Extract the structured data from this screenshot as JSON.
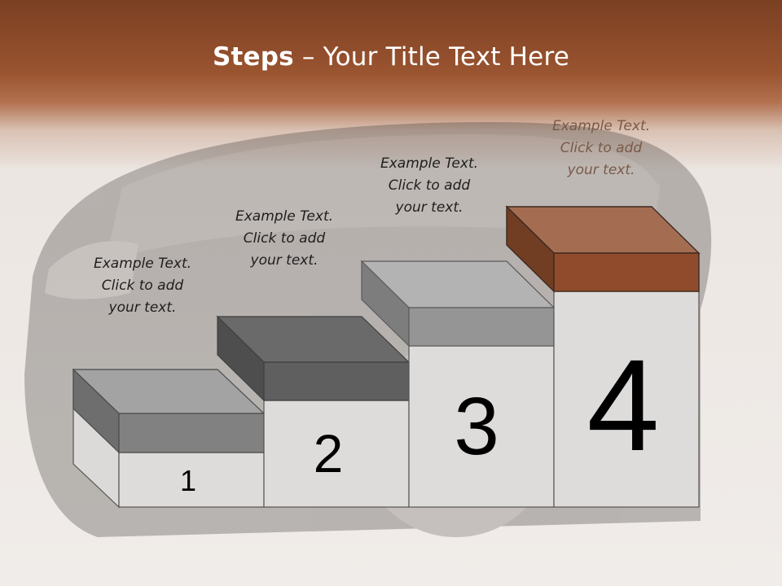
{
  "slide": {
    "title_bold": "Steps",
    "title_rest": " – Your Title Text Here"
  },
  "steps": [
    {
      "number": "1",
      "caption": [
        "Example Text.",
        "Click  to add",
        "your text."
      ],
      "block_color": "#7f7f7f"
    },
    {
      "number": "2",
      "caption": [
        "Example Text.",
        "Click  to add",
        "your text."
      ],
      "block_color": "#5e5e5e"
    },
    {
      "number": "3",
      "caption": [
        "Example Text.",
        "Click  to add",
        "your text."
      ],
      "block_color": "#8d8d8d"
    },
    {
      "number": "4",
      "caption": [
        "Example Text.",
        "Click  to add",
        "your text."
      ],
      "block_color": "#8f4b2b"
    }
  ],
  "colors": {
    "header_brown": "#8f4e2c",
    "accent_block": "#8f4b2b",
    "background": "#efebe8"
  }
}
